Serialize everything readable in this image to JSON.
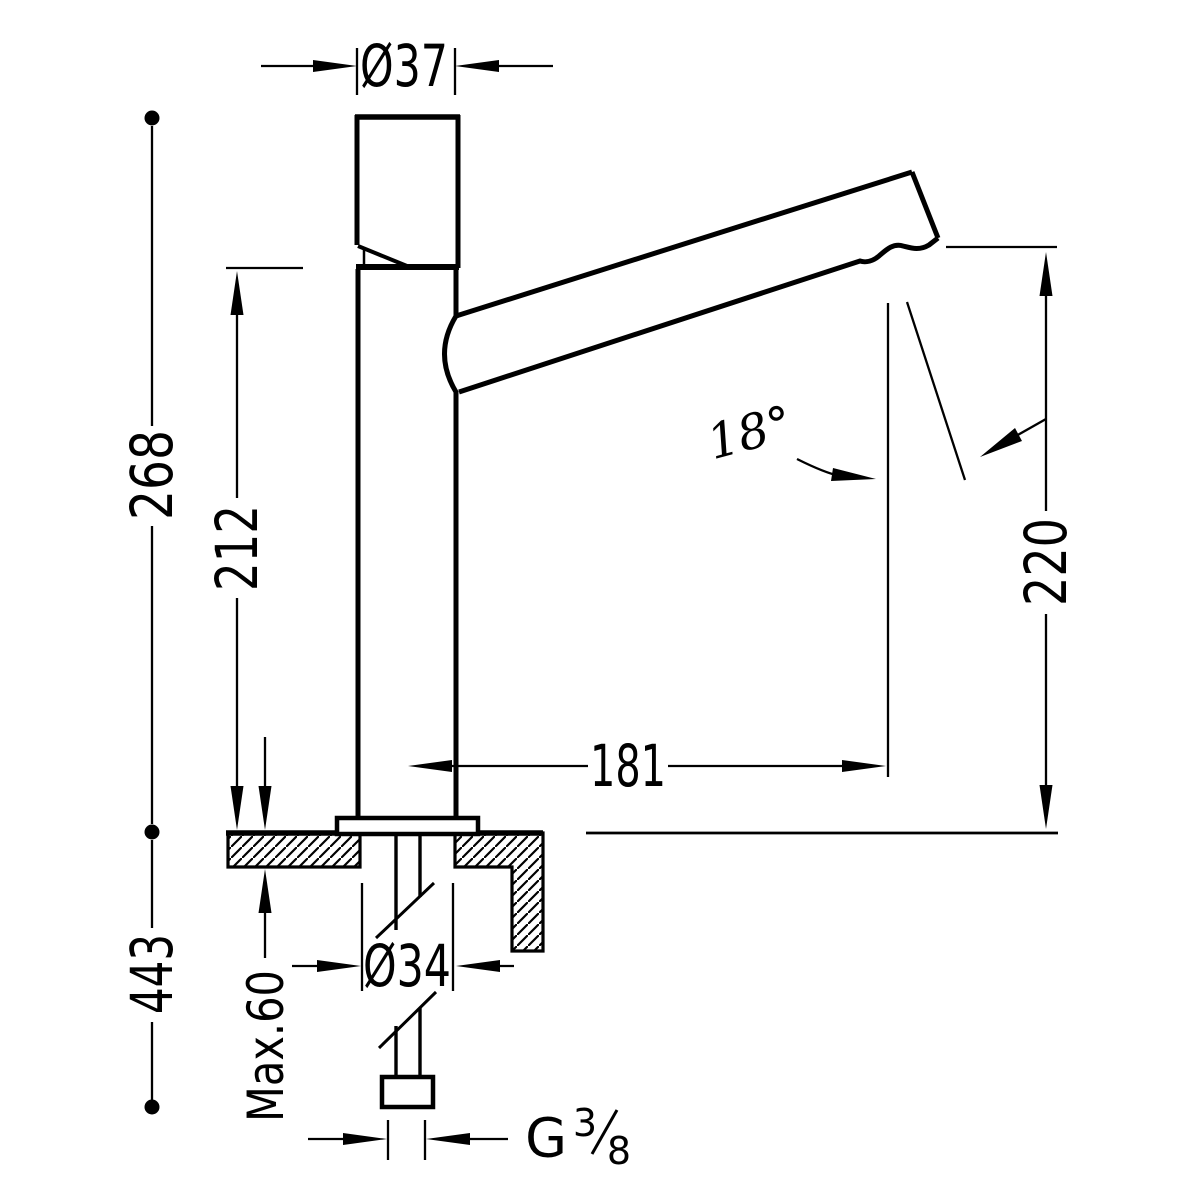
{
  "drawing": {
    "type": "technical-dimension-drawing",
    "subject": "single-lever basin mixer faucet, side elevation with deck cross-section",
    "colors": {
      "background": "#ffffff",
      "ink": "#000000"
    },
    "dimensions": {
      "top_diameter": "Ø37",
      "height_counter_to_top": "268",
      "height_counter_to_handle_joint": "212",
      "total_height_with_shank": "443",
      "max_deck_thickness": "Max.60",
      "deck_hole_diameter": "Ø34",
      "spout_reach": "181",
      "spout_angle": "18°",
      "outlet_height": "220",
      "thread_letter": "G",
      "thread_numerator": "3",
      "thread_denominator": "8"
    }
  }
}
